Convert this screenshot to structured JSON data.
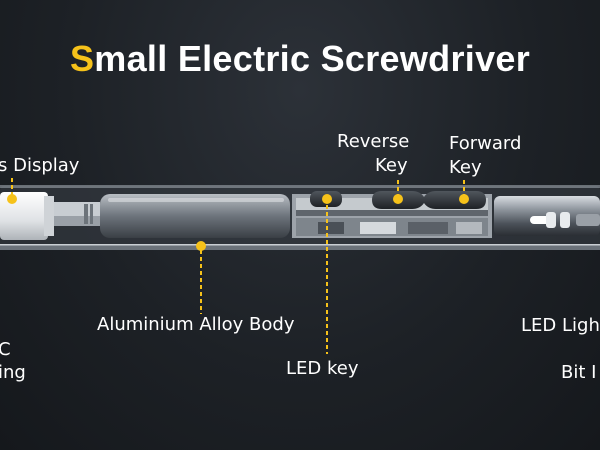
{
  "title": {
    "first_letter": "S",
    "rest": "mall Electric Screwdriver"
  },
  "labels": {
    "display": "s Display",
    "reverse_key_line1": "Reverse",
    "reverse_key_line2": "Key",
    "forward_key_line1": "Forward",
    "forward_key_line2": "Key",
    "body": "Aluminium Alloy Body",
    "led_light": "LED Ligh",
    "usb_c_line1": "C",
    "usb_c_line2": "ing",
    "led_key": "LED key",
    "bit": "Bit I"
  },
  "colors": {
    "accent": "#f6c21a",
    "background": "#1d2126",
    "text": "#ffffff"
  }
}
